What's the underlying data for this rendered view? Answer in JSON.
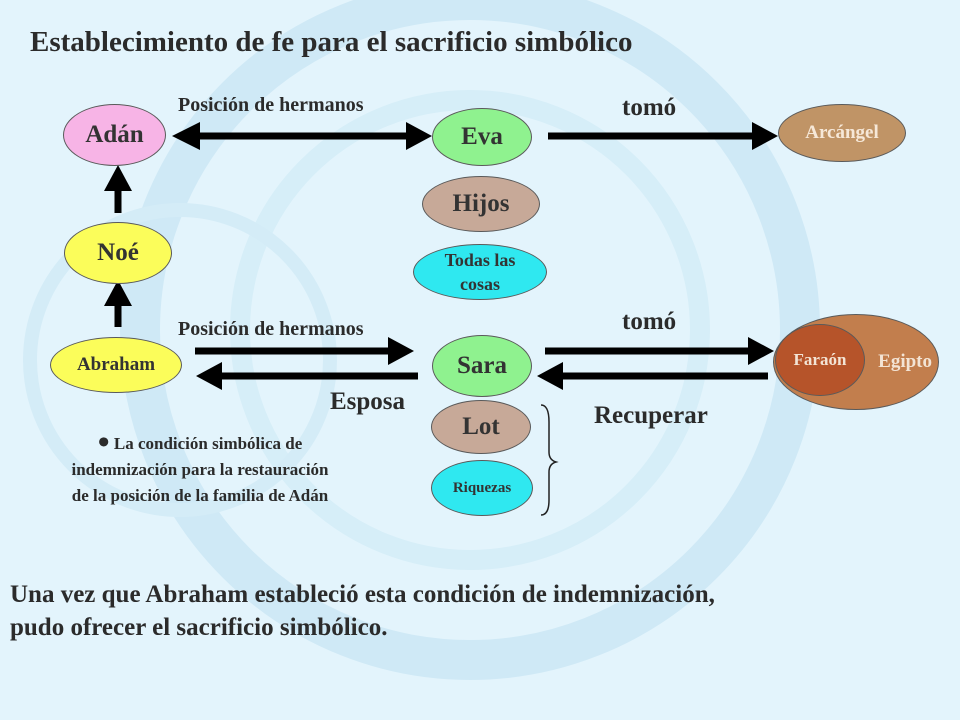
{
  "title": "Establecimiento de fe para el sacrificio simbólico",
  "nodes": {
    "adan": "Adán",
    "eva": "Eva",
    "arcangel": "Arcángel",
    "hijos": "Hijos",
    "noe": "Noé",
    "todas_line1": "Todas las",
    "todas_line2": "cosas",
    "abraham": "Abraham",
    "sara": "Sara",
    "lot": "Lot",
    "riquezas": "Riquezas",
    "faraon": "Faraón",
    "egipto": "Egipto"
  },
  "labels": {
    "posicion_top": "Posición de hermanos",
    "tomo_top": "tomó",
    "posicion_bottom": "Posición de hermanos",
    "tomo_bottom": "tomó",
    "esposa": "Esposa",
    "recuperar": "Recuperar"
  },
  "note": {
    "bullet": "•",
    "line1": "La condición simbólica de",
    "line2": "indemnización para la restauración",
    "line3": "de la posición de la familia de Adán"
  },
  "bottom_text": {
    "line1": "Una vez que Abraham estableció esta condición de indemnización,",
    "line2": "pudo ofrecer el sacrificio simbólico."
  },
  "colors": {
    "background": "#e3f4fc",
    "adan": "#f7b4e6",
    "eva": "#8ff28f",
    "arcangel": "#c09466",
    "hijos": "#c7a998",
    "noe": "#fbfd5a",
    "todas": "#2fe8f0",
    "egipto": "#c27e4d",
    "faraon": "#b6542a",
    "arrow": "#000000"
  }
}
